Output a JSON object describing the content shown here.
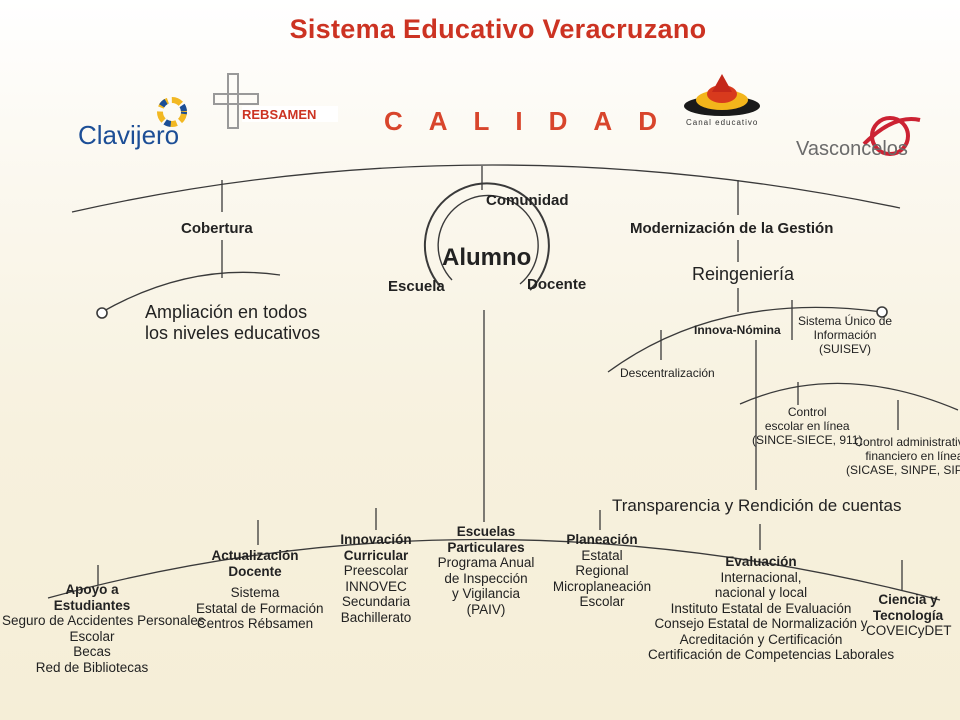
{
  "title": "Sistema Educativo Veracruzano",
  "logos": {
    "clavijero": "Clavijero",
    "rebsamen": "REBSAMEN",
    "calidad": "CALIDAD",
    "canal": "Canal educativo",
    "vasconcelos": "Vasconcelos"
  },
  "center": {
    "comunidad": "Comunidad",
    "alumno": "Alumno",
    "escuela": "Escuela",
    "docente": "Docente"
  },
  "cobertura": {
    "heading": "Cobertura",
    "lines": [
      "Ampliación en todos",
      "los niveles educativos"
    ]
  },
  "modernizacion": {
    "heading": "Modernización de la Gestión",
    "reingenieria": "Reingeniería",
    "innova": "Innova-Nómina",
    "suisev": [
      "Sistema Único de",
      "Información",
      "(SUISEV)"
    ],
    "descentralizacion": "Descentralización",
    "control_escolar": [
      "Control",
      "escolar en línea",
      "(SINCE-SIECE, 911)"
    ],
    "control_admin": [
      "Control administrativo-",
      "financiero en línea",
      "(SICASE, SINPE, SIPSE)"
    ],
    "transparencia": "Transparencia y Rendición de cuentas"
  },
  "categories": {
    "apoyo": {
      "title": [
        "Apoyo a",
        "Estudiantes"
      ],
      "items": [
        "Seguro de Accidentes Personales",
        "Escolar",
        "Becas",
        "Red de Bibliotecas"
      ]
    },
    "actualizacion": {
      "title": [
        "Actualización",
        "Docente"
      ],
      "items": [
        "Sistema",
        "Estatal de Formación",
        "Centros Rébsamen"
      ]
    },
    "innovacion": {
      "title": [
        "Innovación",
        "Curricular"
      ],
      "items": [
        "Preescolar",
        "INNOVEC",
        "Secundaria",
        "Bachillerato"
      ]
    },
    "escuelas": {
      "title": [
        "Escuelas",
        "Particulares"
      ],
      "items": [
        "Programa Anual",
        "de Inspección",
        "y Vigilancia",
        "(PAIV)"
      ]
    },
    "planeacion": {
      "title": [
        "Planeación"
      ],
      "items": [
        "Estatal",
        "Regional",
        "Microplaneación",
        "Escolar"
      ]
    },
    "evaluacion": {
      "title": [
        "Evaluación"
      ],
      "items": [
        "Internacional,",
        "nacional y local",
        "Instituto Estatal de Evaluación",
        "Consejo Estatal de Normalización y",
        "Acreditación y Certificación",
        "Certificación de Competencias Laborales"
      ]
    },
    "ciencia": {
      "title": [
        "Ciencia y",
        "Tecnología"
      ],
      "items": [
        "COVEICyDET"
      ]
    }
  },
  "colors": {
    "title": "#cc3322",
    "calidad": "#d8452c",
    "clavijero": "#1c4e96",
    "background": "#f7f1de"
  }
}
